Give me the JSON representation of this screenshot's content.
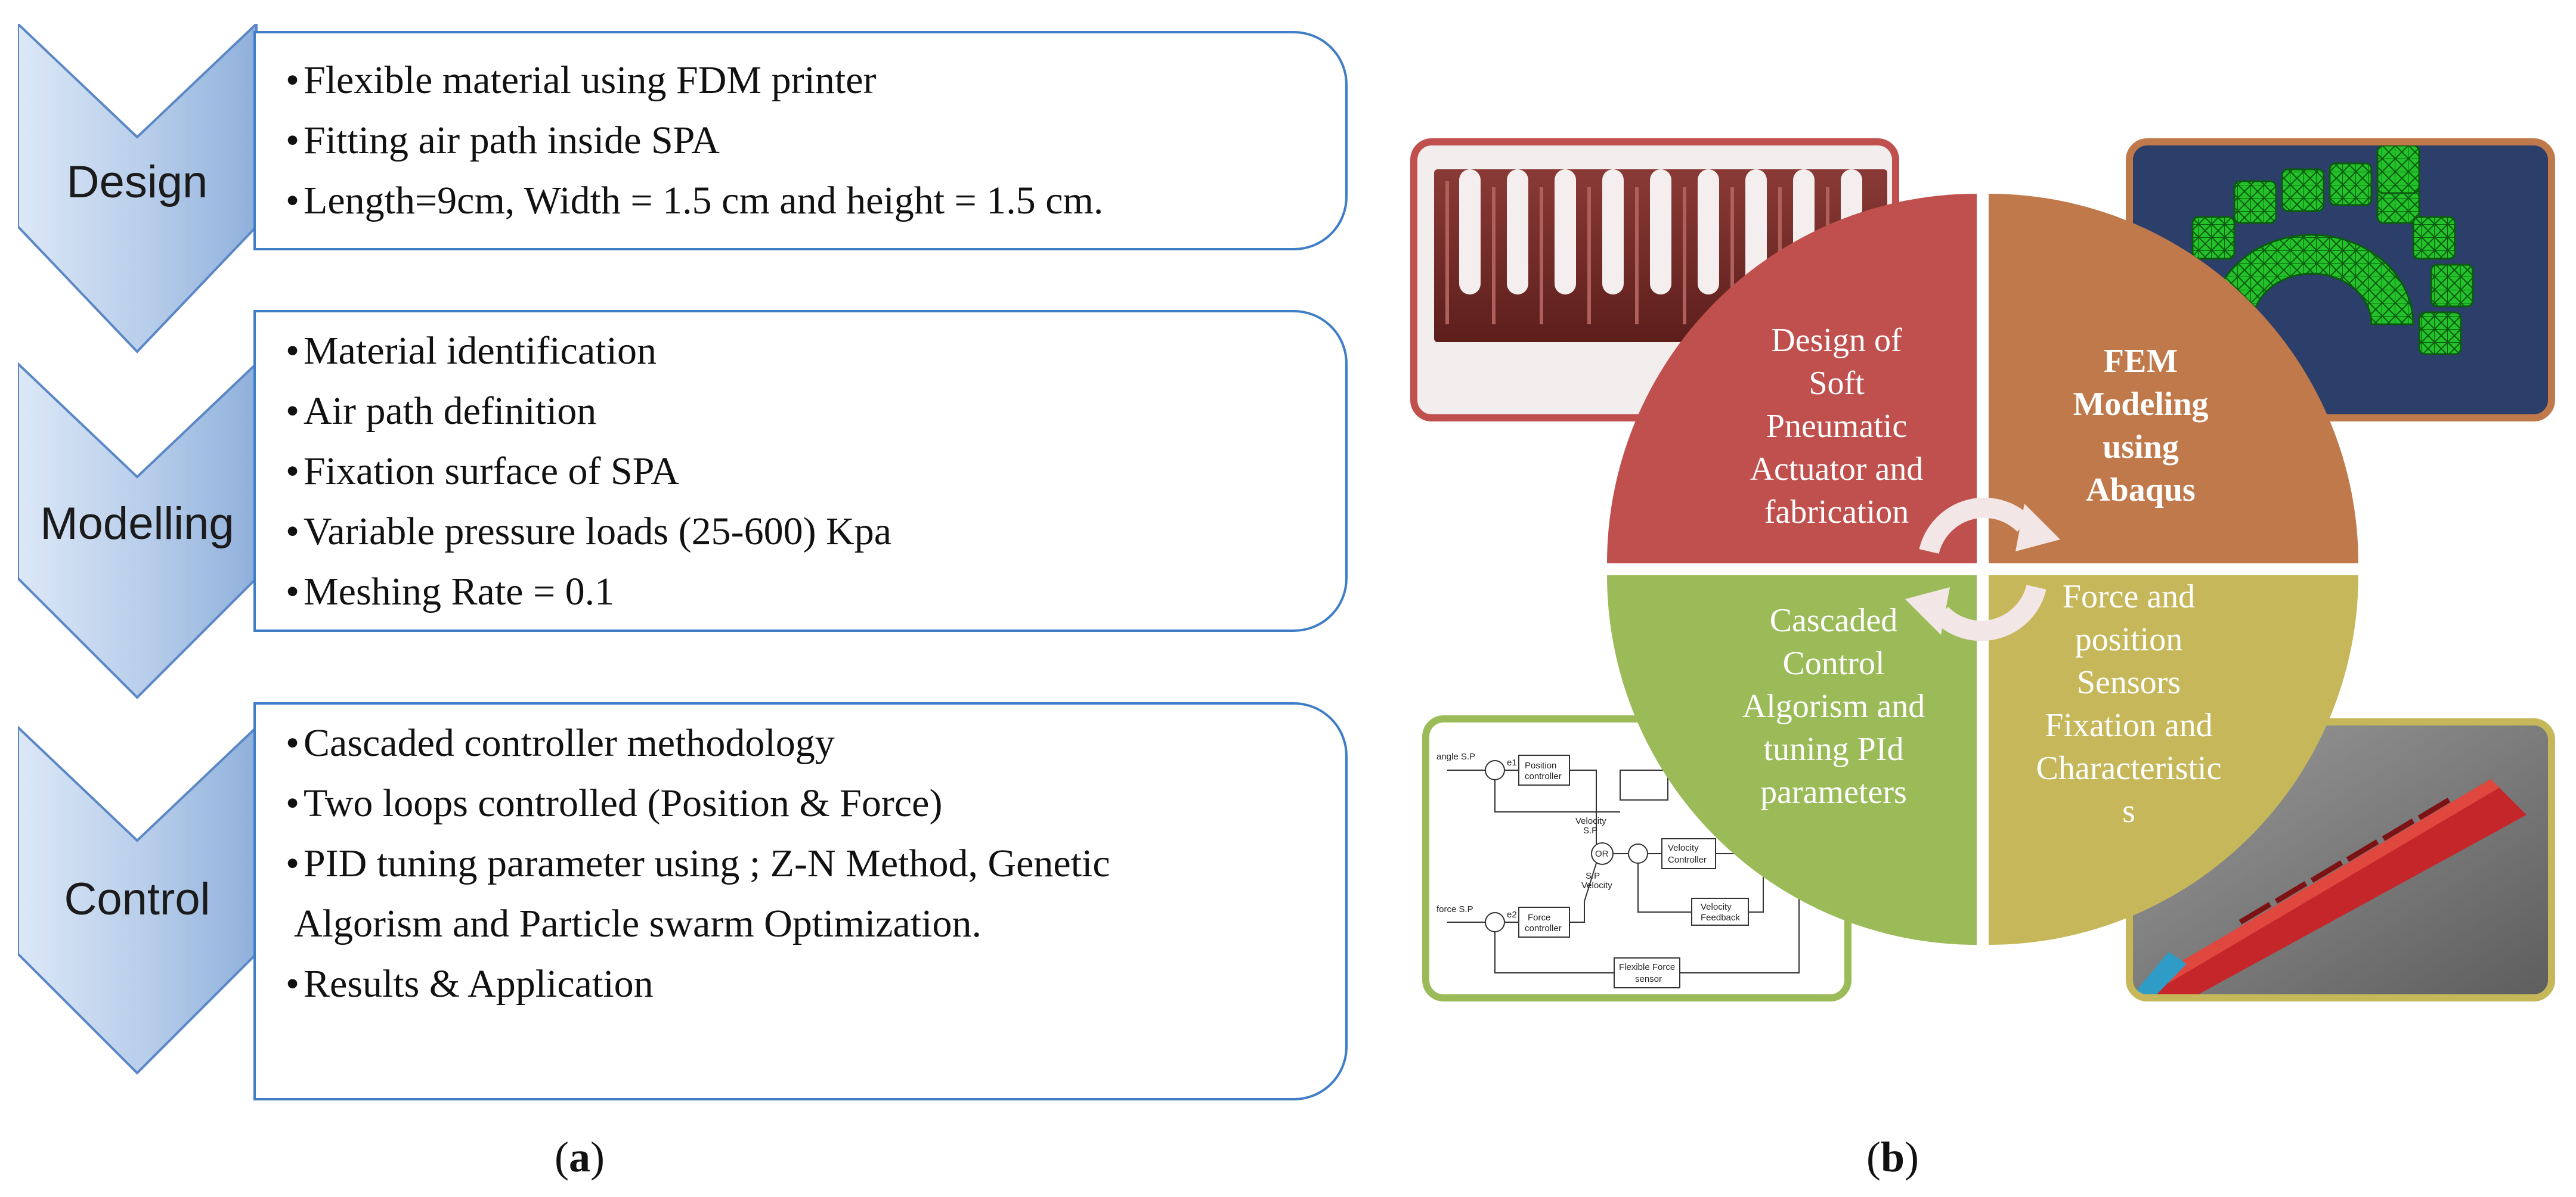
{
  "panel_a": {
    "stages": [
      {
        "label": "Design",
        "bullets": [
          "Flexible material using FDM printer",
          "Fitting air path inside SPA",
          "Length=9cm, Width = 1.5 cm and height = 1.5 cm."
        ]
      },
      {
        "label": "Modelling",
        "bullets": [
          "Material identification",
          "Air path definition",
          "Fixation surface of SPA",
          "Variable pressure loads (25-600) Kpa",
          "Meshing Rate = 0.1"
        ]
      },
      {
        "label": "Control",
        "bullets": [
          "Cascaded controller methodology",
          "Two loops controlled (Position  & Force)",
          "PID tuning parameter using ; Z-N Method, Genetic",
          "Algorism and Particle swarm Optimization.",
          "Results & Application"
        ]
      }
    ],
    "bullet_char": "•",
    "caption_open": "(",
    "caption_letter": "a",
    "caption_close": ")"
  },
  "panel_b": {
    "quadrants": {
      "design": [
        "Design of",
        "Soft",
        "Pneumatic",
        "Actuator and",
        "fabrication"
      ],
      "fem": [
        "FEM",
        "Modeling",
        "using",
        "Abaqus"
      ],
      "control": [
        "Cascaded",
        "Control",
        "Algorism and",
        "tuning  PId",
        "parameters"
      ],
      "sensors": [
        "Force and",
        "position",
        "Sensors",
        "Fixation and",
        "Characteristic",
        "s"
      ]
    },
    "block_diagram": {
      "angle_sp": "angle S.P",
      "force_sp": "force S.P",
      "position_controller": [
        "Position",
        "controller"
      ],
      "force_controller": [
        "Force",
        "controller"
      ],
      "velocity_controller": [
        "Velocity",
        "Controller"
      ],
      "velocity_feedback": [
        "Velocity",
        "Feedback"
      ],
      "flexible_force_sensor": [
        "Flexible Force",
        "sensor"
      ],
      "or_label": "OR",
      "e1": "e1",
      "e2": "e2",
      "velocity_sp": [
        "Velocity",
        "S.P"
      ],
      "sp_velocity": [
        "S.P",
        "Velocity"
      ]
    },
    "colors": {
      "design": "#c0504d",
      "fem": "#c0794b",
      "control": "#9bbb59",
      "sensors": "#c6b85a",
      "chevron_blue": "#4f81bd",
      "box_border": "#3f7ec7"
    },
    "caption_open": "(",
    "caption_letter": "b",
    "caption_close": ")"
  }
}
